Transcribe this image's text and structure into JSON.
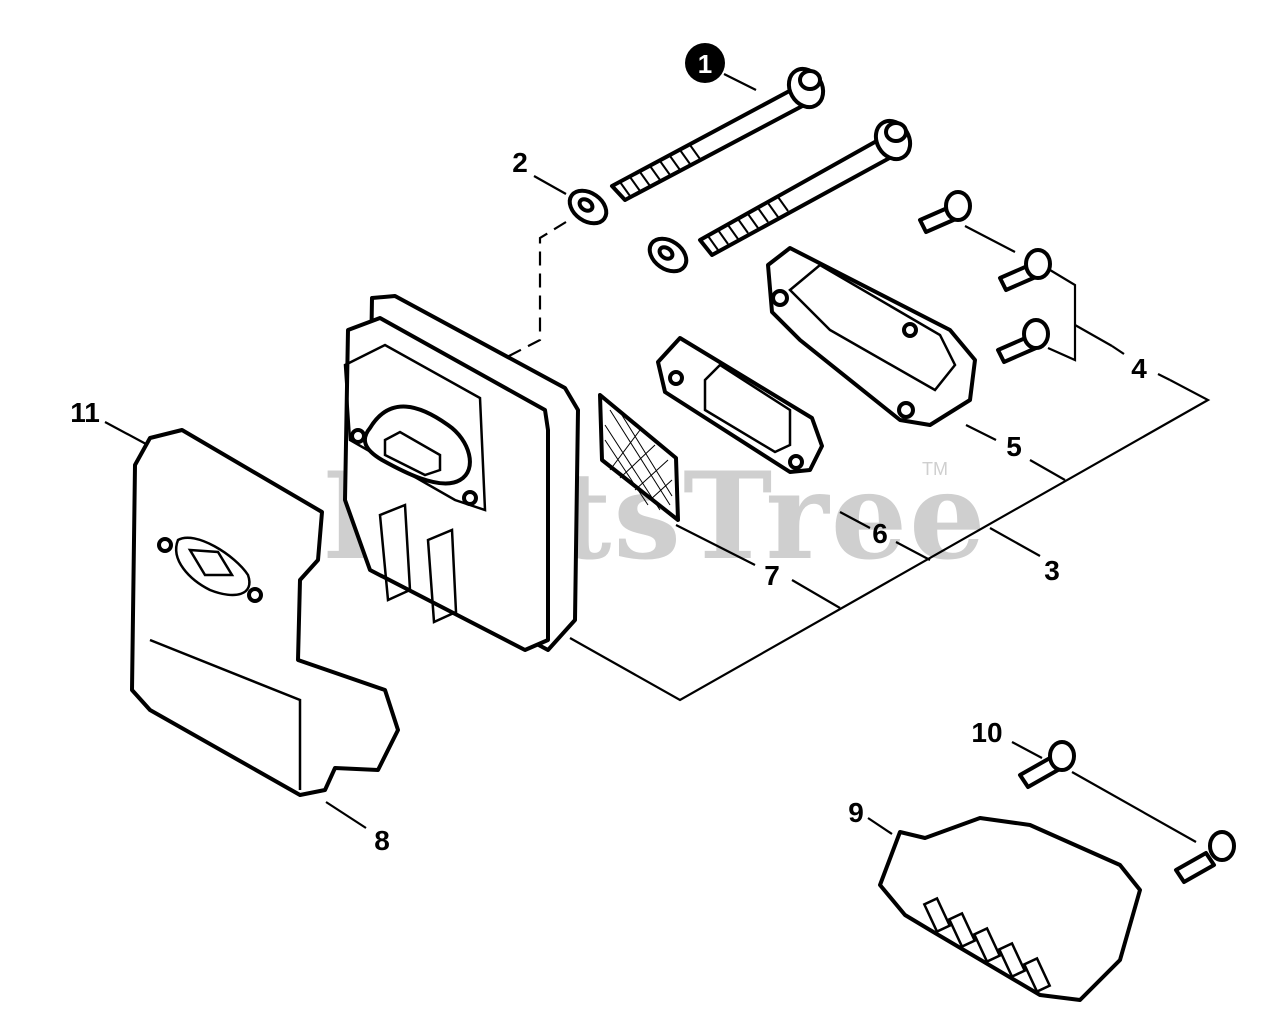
{
  "watermark": {
    "text": "PartsTree",
    "trademark": "TM"
  },
  "callouts": [
    {
      "id": "1",
      "label": "1",
      "highlighted": true
    },
    {
      "id": "2",
      "label": "2"
    },
    {
      "id": "3",
      "label": "3"
    },
    {
      "id": "4",
      "label": "4"
    },
    {
      "id": "5",
      "label": "5"
    },
    {
      "id": "6",
      "label": "6"
    },
    {
      "id": "7",
      "label": "7"
    },
    {
      "id": "8",
      "label": "8"
    },
    {
      "id": "9",
      "label": "9"
    },
    {
      "id": "10",
      "label": "10"
    },
    {
      "id": "11",
      "label": "11"
    }
  ],
  "colors": {
    "line": "#000000",
    "watermark": "#cfcfcf",
    "background": "#ffffff"
  }
}
